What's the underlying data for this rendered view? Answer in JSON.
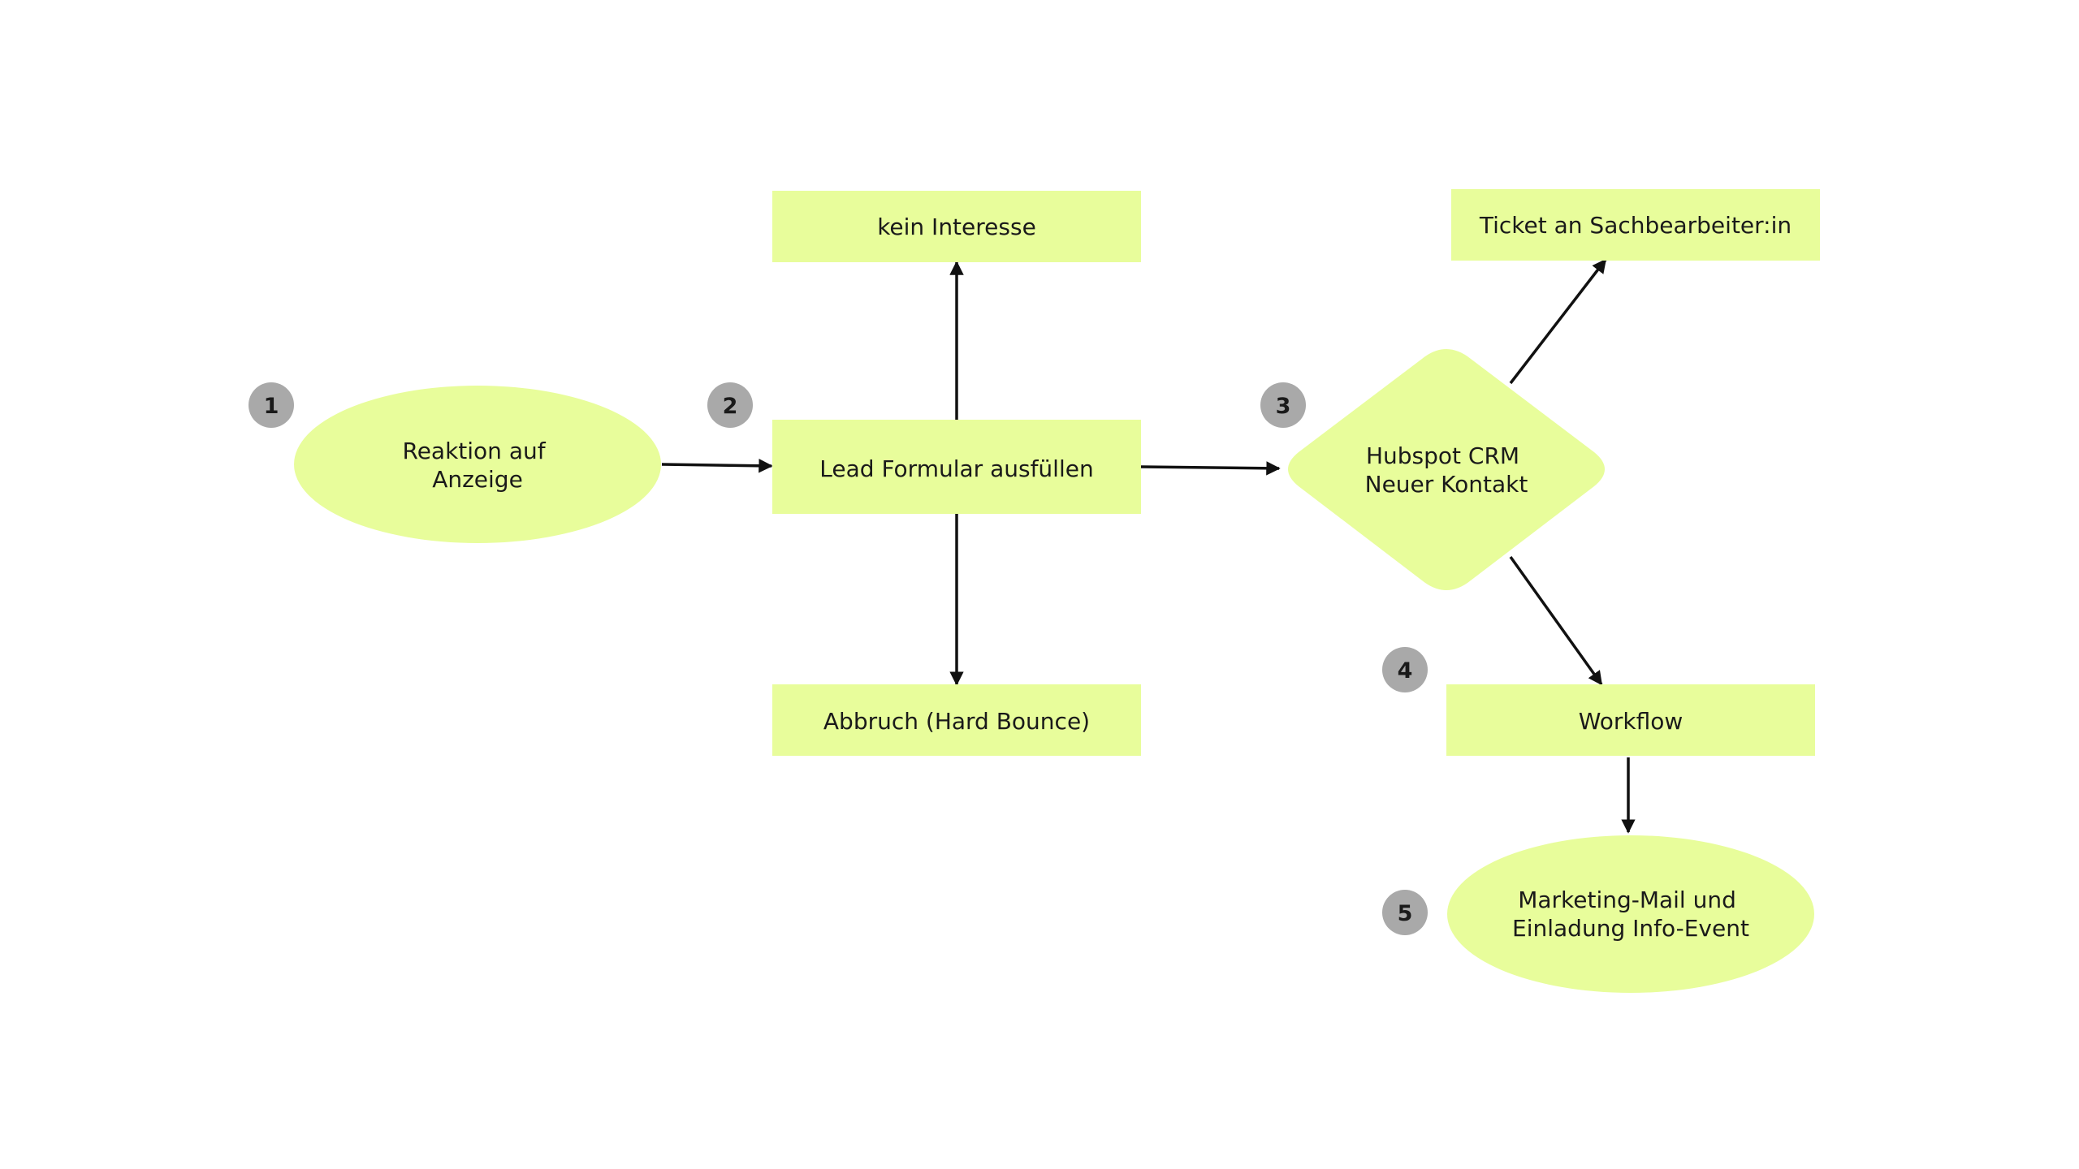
{
  "colors": {
    "node_fill": "#e8fd9b",
    "badge_fill": "#a9a9a9",
    "edge": "#111111",
    "background": "#ffffff"
  },
  "nodes": {
    "reaktion": {
      "lines": [
        "Reaktion auf",
        "Anzeige"
      ]
    },
    "lead": {
      "lines": [
        "Lead Formular ausfüllen"
      ]
    },
    "kein_interesse": {
      "lines": [
        "kein Interesse"
      ]
    },
    "abbruch": {
      "lines": [
        "Abbruch (Hard Bounce)"
      ]
    },
    "hubspot": {
      "lines": [
        "Hubspot CRM",
        "Neuer Kontakt"
      ]
    },
    "ticket": {
      "lines": [
        "Ticket an Sachbearbeiter:in"
      ]
    },
    "workflow": {
      "lines": [
        "Workflow"
      ]
    },
    "marketing": {
      "lines": [
        "Marketing-Mail und",
        "Einladung Info-Event"
      ]
    }
  },
  "badges": [
    "1",
    "2",
    "3",
    "4",
    "5"
  ],
  "edges": [
    {
      "from": "reaktion",
      "to": "lead"
    },
    {
      "from": "lead",
      "to": "kein_interesse"
    },
    {
      "from": "lead",
      "to": "abbruch"
    },
    {
      "from": "lead",
      "to": "hubspot"
    },
    {
      "from": "hubspot",
      "to": "ticket"
    },
    {
      "from": "hubspot",
      "to": "workflow"
    },
    {
      "from": "workflow",
      "to": "marketing"
    }
  ]
}
